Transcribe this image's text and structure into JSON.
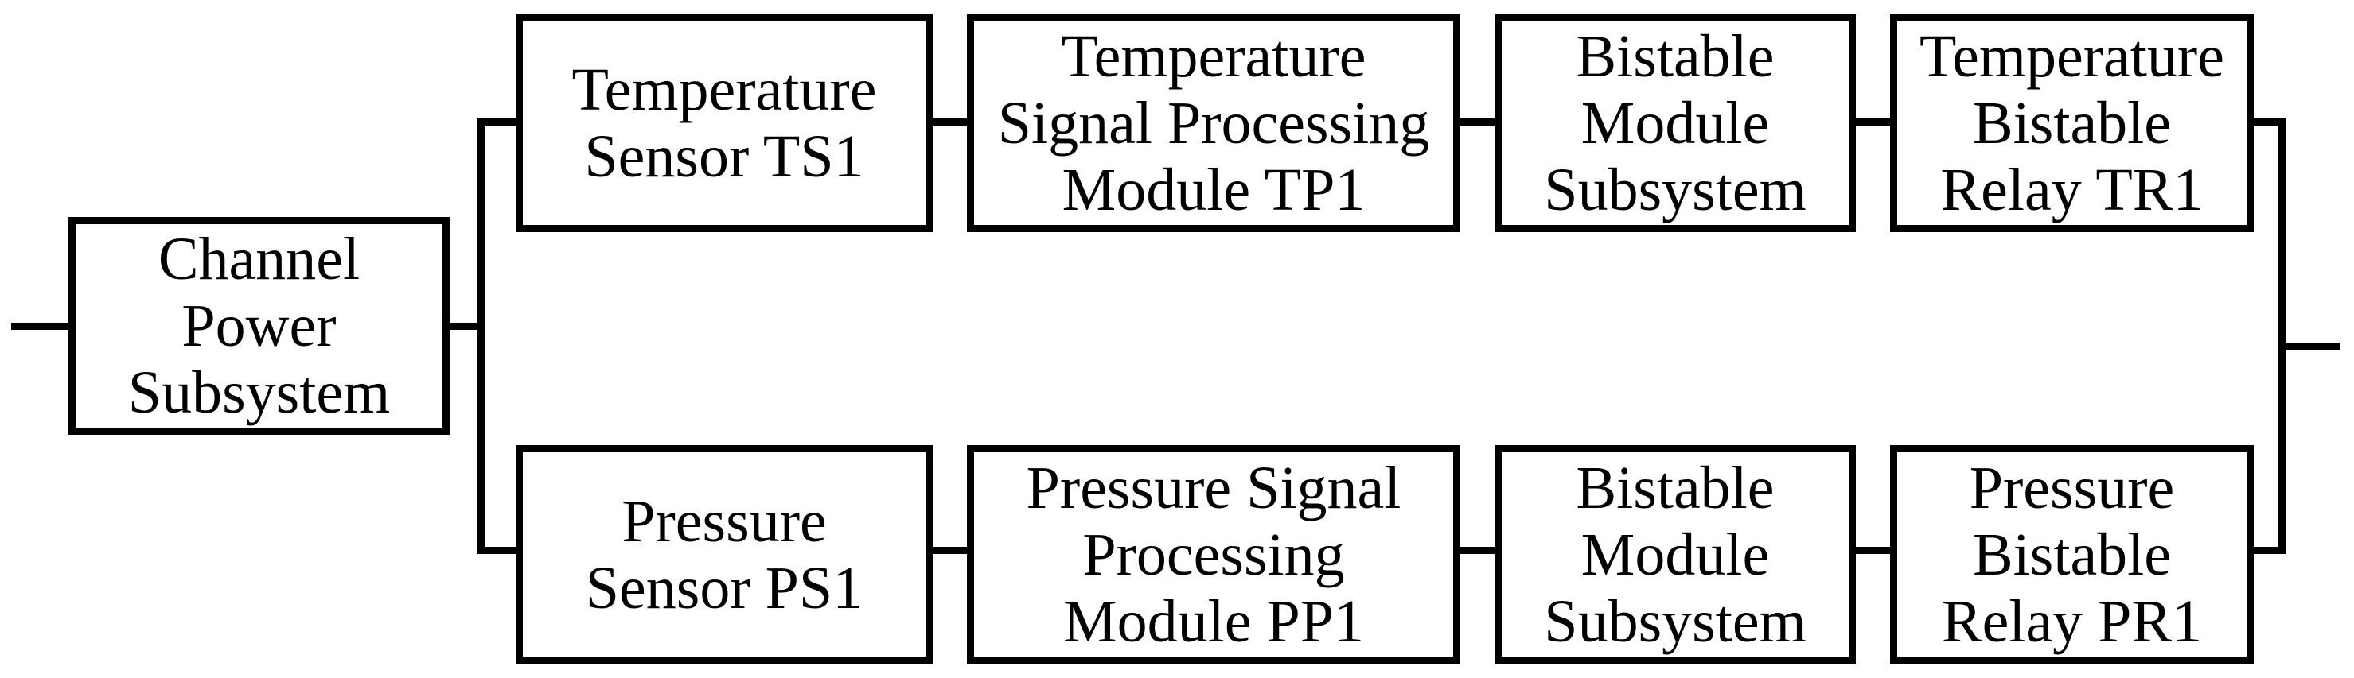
{
  "diagram": {
    "type": "block-diagram",
    "colors": {
      "line": "#000000",
      "background": "#ffffff",
      "box_fill": "#ffffff",
      "text": "#000000"
    },
    "boxes": [
      {
        "id": "channel-power-subsystem",
        "lines": [
          "Channel",
          "Power",
          "Subsystem"
        ]
      },
      {
        "id": "temperature-sensor-ts1",
        "lines": [
          "Temperature",
          "Sensor TS1"
        ]
      },
      {
        "id": "temperature-signal-processing-module-tp1",
        "lines": [
          "Temperature",
          "Signal Processing",
          "Module TP1"
        ]
      },
      {
        "id": "bistable-module-subsystem-top",
        "lines": [
          "Bistable",
          "Module",
          "Subsystem"
        ]
      },
      {
        "id": "temperature-bistable-relay-tr1",
        "lines": [
          "Temperature",
          "Bistable",
          "Relay TR1"
        ]
      },
      {
        "id": "pressure-sensor-ps1",
        "lines": [
          "Pressure",
          "Sensor PS1"
        ]
      },
      {
        "id": "pressure-signal-processing-module-pp1",
        "lines": [
          "Pressure Signal",
          "Processing",
          "Module PP1"
        ]
      },
      {
        "id": "bistable-module-subsystem-bottom",
        "lines": [
          "Bistable",
          "Module",
          "Subsystem"
        ]
      },
      {
        "id": "pressure-bistable-relay-pr1",
        "lines": [
          "Pressure",
          "Bistable",
          "Relay PR1"
        ]
      }
    ],
    "edges": [
      {
        "from": "input",
        "to": "channel-power-subsystem"
      },
      {
        "from": "channel-power-subsystem",
        "to": "temperature-sensor-ts1"
      },
      {
        "from": "channel-power-subsystem",
        "to": "pressure-sensor-ps1"
      },
      {
        "from": "temperature-sensor-ts1",
        "to": "temperature-signal-processing-module-tp1"
      },
      {
        "from": "temperature-signal-processing-module-tp1",
        "to": "bistable-module-subsystem-top"
      },
      {
        "from": "bistable-module-subsystem-top",
        "to": "temperature-bistable-relay-tr1"
      },
      {
        "from": "pressure-sensor-ps1",
        "to": "pressure-signal-processing-module-pp1"
      },
      {
        "from": "pressure-signal-processing-module-pp1",
        "to": "bistable-module-subsystem-bottom"
      },
      {
        "from": "bistable-module-subsystem-bottom",
        "to": "pressure-bistable-relay-pr1"
      },
      {
        "from": "temperature-bistable-relay-tr1",
        "to": "output"
      },
      {
        "from": "pressure-bistable-relay-pr1",
        "to": "output"
      }
    ]
  }
}
